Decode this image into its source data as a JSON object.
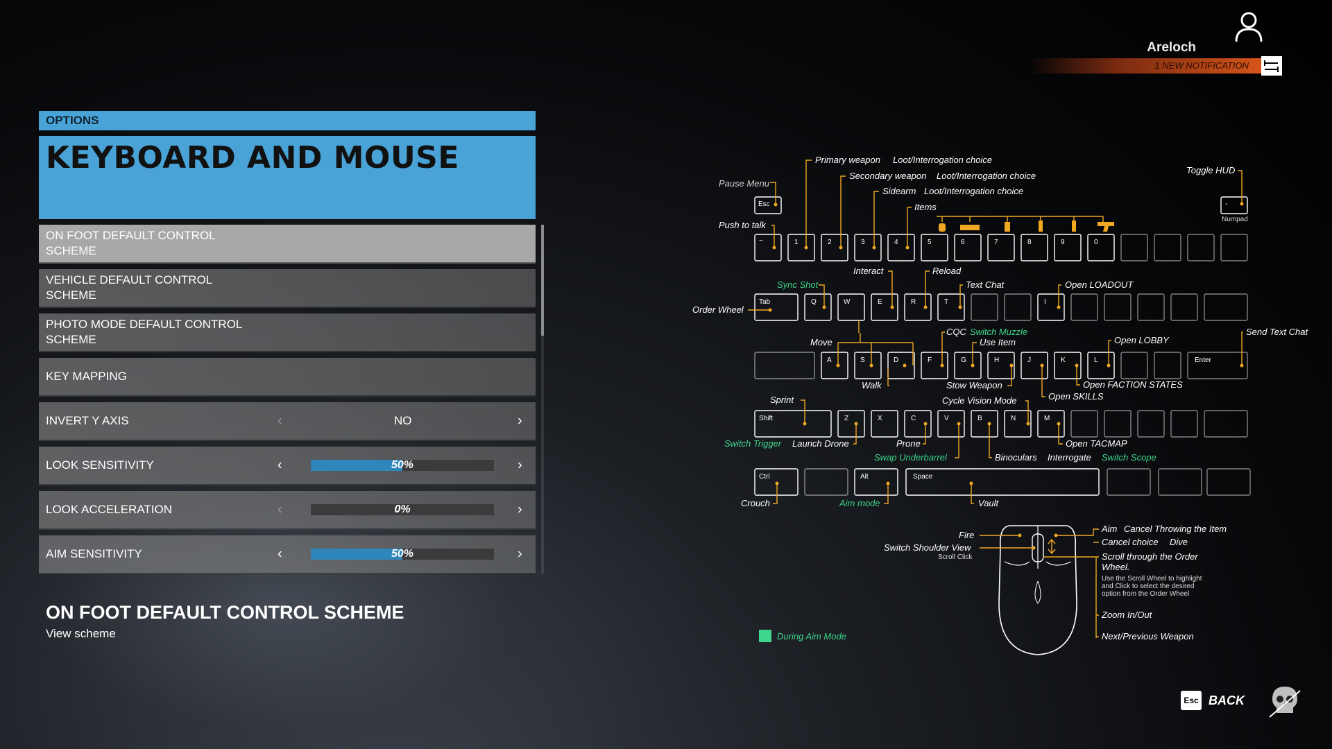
{
  "profile": {
    "name": "Areloch",
    "notification": "1 NEW NOTIFICATION"
  },
  "left_panel": {
    "tab_label": "OPTIONS",
    "title": "KEYBOARD AND MOUSE",
    "items": [
      {
        "label": "ON FOOT DEFAULT CONTROL SCHEME"
      },
      {
        "label": "VEHICLE DEFAULT CONTROL SCHEME"
      },
      {
        "label": "PHOTO MODE DEFAULT CONTROL SCHEME"
      },
      {
        "label": "KEY MAPPING"
      },
      {
        "label": "INVERT Y AXIS",
        "value": "NO"
      },
      {
        "label": "LOOK SENSITIVITY",
        "value": "50%",
        "fill": 0.5
      },
      {
        "label": "LOOK ACCELERATION",
        "value": "0%",
        "fill": 0.0
      },
      {
        "label": "AIM SENSITIVITY",
        "value": "50%",
        "fill": 0.5
      }
    ]
  },
  "description": {
    "title": "ON FOOT DEFAULT CONTROL SCHEME",
    "subtitle": "View scheme"
  },
  "keys": {
    "esc": "Esc",
    "tilde": "~",
    "k1": "1",
    "k2": "2",
    "k3": "3",
    "k4": "4",
    "k5": "5",
    "k6": "6",
    "k7": "7",
    "k8": "8",
    "k9": "9",
    "k0": "0",
    "tab": "Tab",
    "q": "Q",
    "w": "W",
    "e": "E",
    "r": "R",
    "t": "T",
    "i": "I",
    "a": "A",
    "s": "S",
    "d": "D",
    "f": "F",
    "g": "G",
    "h": "H",
    "j": "J",
    "k": "K",
    "l": "L",
    "enter": "Enter",
    "shift": "Shift",
    "z": "Z",
    "x": "X",
    "c": "C",
    "v": "V",
    "b": "B",
    "n": "N",
    "m": "M",
    "ctrl": "Ctrl",
    "alt": "Alt",
    "space": "Space",
    "numminus": "-",
    "numpad": "Numpad"
  },
  "labels": {
    "pause_menu": "Pause Menu",
    "push_to_talk": "Push to talk",
    "primary": "Primary weapon",
    "primary_alt": "Loot/Interrogation choice",
    "secondary": "Secondary weapon",
    "secondary_alt": "Loot/Interrogation choice",
    "sidearm": "Sidearm",
    "sidearm_alt": "Loot/Interrogation choice",
    "items": "Items",
    "toggle_hud": "Toggle HUD",
    "sync_shot": "Sync Shot",
    "order_wheel": "Order Wheel",
    "interact": "Interact",
    "reload": "Reload",
    "text_chat": "Text Chat",
    "open_loadout": "Open LOADOUT",
    "send_text_chat": "Send Text Chat",
    "move": "Move",
    "cqc": "CQC",
    "switch_muzzle": "Switch Muzzle",
    "use_item": "Use Item",
    "open_lobby": "Open LOBBY",
    "walk": "Walk",
    "stow_weapon": "Stow Weapon",
    "open_faction": "Open FACTION STATES",
    "open_skills": "Open SKILLS",
    "sprint": "Sprint",
    "cycle_vision": "Cycle Vision Mode",
    "switch_trigger": "Switch Trigger",
    "launch_drone": "Launch Drone",
    "prone": "Prone",
    "swap_underbarrel": "Swap Underbarrel",
    "binoculars": "Binoculars",
    "interrogate": "Interrogate",
    "switch_scope": "Switch Scope",
    "open_tacmap": "Open TACMAP",
    "crouch": "Crouch",
    "aim_mode": "Aim mode",
    "vault": "Vault",
    "fire": "Fire",
    "switch_shoulder": "Switch Shoulder View",
    "scroll_click": "Scroll Click",
    "aim": "Aim",
    "cancel_throw": "Cancel Throwing the Item",
    "cancel_choice": "Cancel choice",
    "dive": "Dive",
    "scroll_order": "Scroll through the Order",
    "scroll_order2": "Wheel.",
    "scroll_hint1": "Use the Scroll Wheel to highlight",
    "scroll_hint2": "and Click to select the desired",
    "scroll_hint3": "option from the Order Wheel",
    "zoom": "Zoom In/Out",
    "next_prev": "Next/Previous Weapon"
  },
  "legend": {
    "label": "During Aim Mode",
    "color": "#3dd68c"
  },
  "footer": {
    "esc": "Esc",
    "back": "BACK"
  },
  "colors": {
    "accent_blue": "#4aa3d6",
    "line_orange": "#f0a822",
    "green": "#3dd68c",
    "notif_orange": "#e15a1b"
  }
}
